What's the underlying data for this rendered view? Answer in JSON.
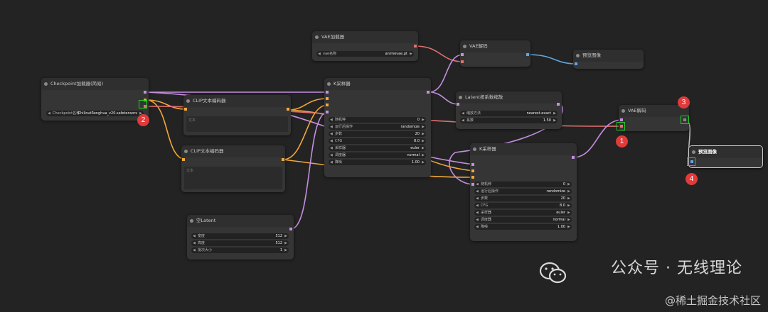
{
  "colors": {
    "bg": "#232323",
    "clip": "#f2a83a",
    "model": "#c58fe0",
    "vae": "#e07070",
    "image": "#63a4e0",
    "marker": "#22d022",
    "badge": "#e03a3a"
  },
  "nodes": {
    "checkpoint": {
      "title": "Checkpoint加载器(简易)",
      "ckpt_label": "Checkpoint名称",
      "ckpt_value": "ChilloutRonghua_v20.safetensors"
    },
    "clip1": {
      "title": "CLIP文本编码器",
      "text": "文本"
    },
    "clip2": {
      "title": "CLIP文本编码器",
      "text": "文本"
    },
    "vae_loader": {
      "title": "VAE加载器",
      "label": "vae名称",
      "value": "animevae.pt"
    },
    "ksampler1": {
      "title": "K采样器",
      "widgets": [
        {
          "label": "随机种",
          "value": "0"
        },
        {
          "label": "运行后操作",
          "value": "randomize"
        },
        {
          "label": "步数",
          "value": "20"
        },
        {
          "label": "CFG",
          "value": "8.0"
        },
        {
          "label": "采样器",
          "value": "euler"
        },
        {
          "label": "调度器",
          "value": "normal"
        },
        {
          "label": "降噪",
          "value": "1.00"
        }
      ]
    },
    "vae_decode1": {
      "title": "VAE解码"
    },
    "preview1": {
      "title": "预览图像"
    },
    "latent_upscale": {
      "title": "Latent按系数缩放",
      "widgets": [
        {
          "label": "缩放方法",
          "value": "nearest-exact"
        },
        {
          "label": "系数",
          "value": "1.50"
        }
      ]
    },
    "ksampler2": {
      "title": "K采样器",
      "widgets": [
        {
          "label": "随机种",
          "value": "0"
        },
        {
          "label": "运行后操作",
          "value": "randomize"
        },
        {
          "label": "步数",
          "value": "20"
        },
        {
          "label": "CFG",
          "value": "8.0"
        },
        {
          "label": "采样器",
          "value": "euler"
        },
        {
          "label": "调度器",
          "value": "normal"
        },
        {
          "label": "降噪",
          "value": "1.00"
        }
      ]
    },
    "empty_latent": {
      "title": "空Latent",
      "widgets": [
        {
          "label": "宽度",
          "value": "512"
        },
        {
          "label": "高度",
          "value": "512"
        },
        {
          "label": "批次大小",
          "value": "1"
        }
      ]
    },
    "vae_decode2": {
      "title": "VAE解码"
    },
    "preview2": {
      "title": "预览图像"
    }
  },
  "markers": {
    "m1": "1",
    "m2": "2",
    "m3": "3",
    "m4": "4"
  },
  "watermark": {
    "line1": "公众号 · 无线理论",
    "line2": "@稀土掘金技术社区"
  },
  "icons": {
    "wechat": "wechat-icon",
    "arrow_left": "◀",
    "arrow_right": "▶"
  }
}
